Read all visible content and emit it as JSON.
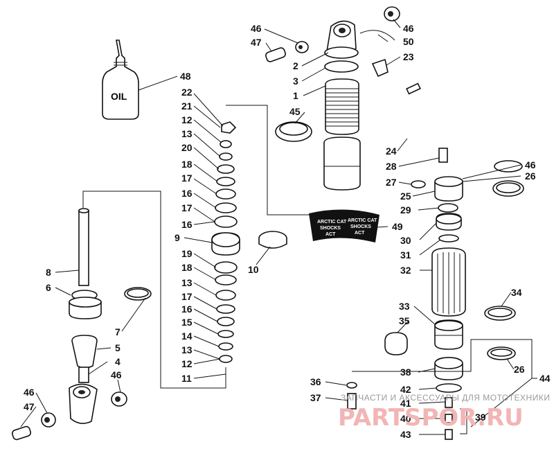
{
  "diagram": {
    "callouts": [
      "46",
      "47",
      "2",
      "50",
      "46",
      "23",
      "3",
      "1",
      "45",
      "48",
      "22",
      "21",
      "12",
      "13",
      "20",
      "18",
      "17",
      "16",
      "17",
      "16",
      "9",
      "19",
      "18",
      "13",
      "17",
      "16",
      "15",
      "14",
      "13",
      "12",
      "11",
      "10",
      "8",
      "6",
      "7",
      "5",
      "4",
      "46",
      "46",
      "47",
      "24",
      "28",
      "46",
      "27",
      "26",
      "25",
      "29",
      "49",
      "30",
      "31",
      "32",
      "34",
      "33",
      "35",
      "38",
      "26",
      "44",
      "36",
      "42",
      "37",
      "41",
      "39",
      "40",
      "43"
    ],
    "oil_bottle_label": "OIL",
    "sticker_text": [
      "ARCTIC CAT",
      "SHOCKS",
      "ACT",
      "ARCTIC CAT",
      "SHOCKS",
      "ACT"
    ]
  },
  "watermark": {
    "line1": "ЗАПЧАСТИ И АКСЕССУАРЫ ДЛЯ МОТОТЕХНИКИ",
    "line2": "PARTSPOR.RU"
  }
}
